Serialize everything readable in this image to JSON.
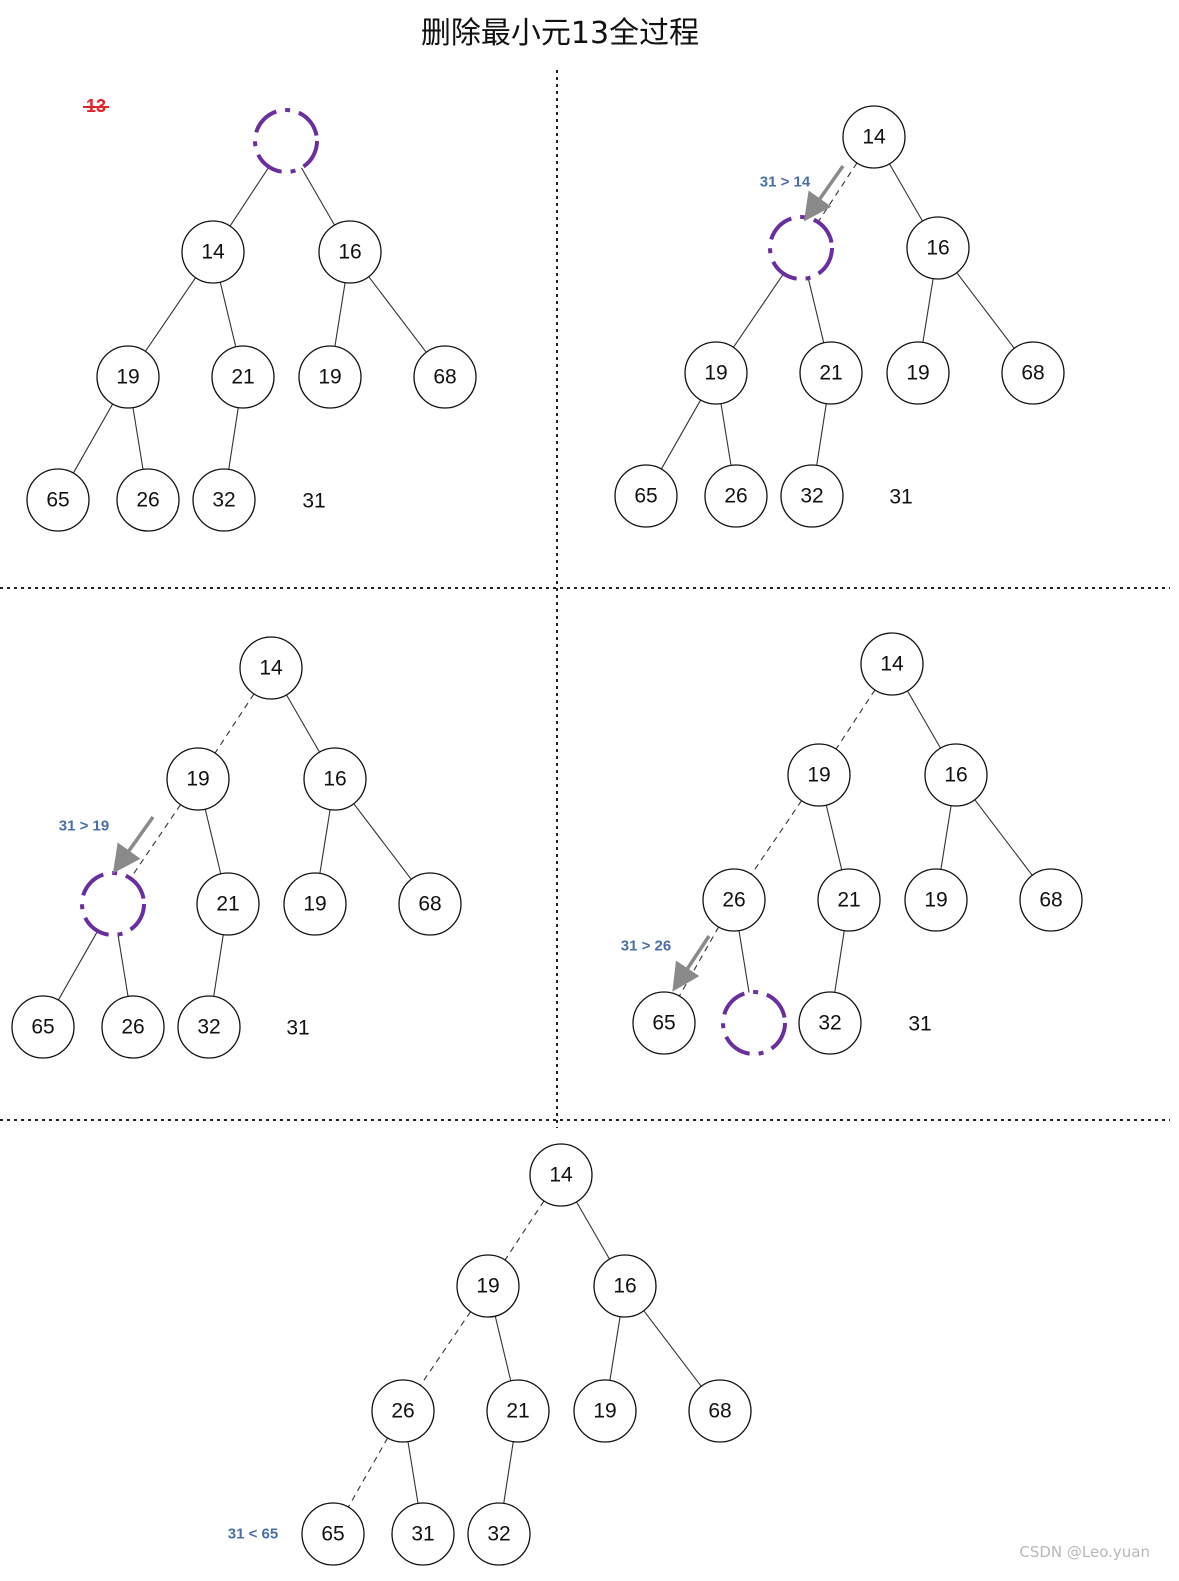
{
  "title": "删除最小元13全过程",
  "removed_value": "13",
  "watermark": "CSDN @Leo.yuan",
  "colors": {
    "hole": "#6a2f9e",
    "note": "#4a6fa8",
    "highlight": "#c0161b",
    "removed": "#e0242a"
  },
  "panels": [
    {
      "name": "step-1",
      "pending": "31",
      "note": "",
      "nodes": [
        "",
        "14",
        "16",
        "19",
        "21",
        "19",
        "68",
        "65",
        "26",
        "32"
      ],
      "hole": 0
    },
    {
      "name": "step-2",
      "pending": "31",
      "note": "31 > 14",
      "nodes": [
        "14",
        "",
        "16",
        "19",
        "21",
        "19",
        "68",
        "65",
        "26",
        "32"
      ],
      "hole": 1
    },
    {
      "name": "step-3",
      "pending": "31",
      "note": "31 > 19",
      "nodes": [
        "14",
        "19",
        "16",
        "",
        "21",
        "19",
        "68",
        "65",
        "26",
        "32"
      ],
      "hole": 3
    },
    {
      "name": "step-4",
      "pending": "31",
      "note": "31 > 26",
      "nodes": [
        "14",
        "19",
        "16",
        "26",
        "21",
        "19",
        "68",
        "65",
        "",
        "32"
      ],
      "hole": 8
    },
    {
      "name": "step-5",
      "pending": "",
      "note": "31 < 65",
      "nodes": [
        "14",
        "19",
        "16",
        "26",
        "21",
        "19",
        "68",
        "65",
        "31",
        "32"
      ],
      "hole": -1,
      "final": 8
    }
  ]
}
